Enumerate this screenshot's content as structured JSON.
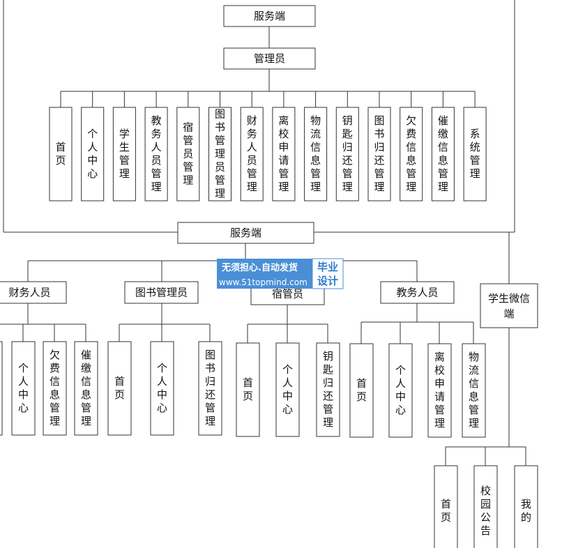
{
  "diagram": {
    "top_root": "服务端",
    "admin": "管理员",
    "admin_modules": [
      "首页",
      "个人中心",
      "学生管理",
      "教务人员管理",
      "宿管员管理",
      "图书管理员管理",
      "财务人员管理",
      "离校申请管理",
      "物流信息管理",
      "钥匙归还管理",
      "图书归还管理",
      "欠费信息管理",
      "催缴信息管理",
      "系统管理"
    ],
    "mid_root": "服务端",
    "finance": {
      "label": "财务人员",
      "modules": [
        "个人中心",
        "欠费信息管理",
        "催缴信息管理"
      ]
    },
    "librarian": {
      "label": "图书管理员",
      "modules": [
        "首页",
        "个人中心",
        "图书归还管理"
      ]
    },
    "dorm": {
      "label": "宿管员",
      "modules": [
        "首页",
        "个人中心",
        "钥匙归还管理"
      ]
    },
    "academic": {
      "label": "教务人员",
      "modules": [
        "首页",
        "个人中心",
        "离校申请管理",
        "物流信息管理"
      ]
    },
    "wechat": {
      "label": "学生微信端",
      "modules": [
        "首页",
        "校园公告",
        "我的"
      ]
    }
  },
  "watermark": {
    "line1": "无须担心.自动发货",
    "line2": "www.51topmind.com",
    "badge": "毕业设计",
    "color": "#4a8fd6"
  }
}
